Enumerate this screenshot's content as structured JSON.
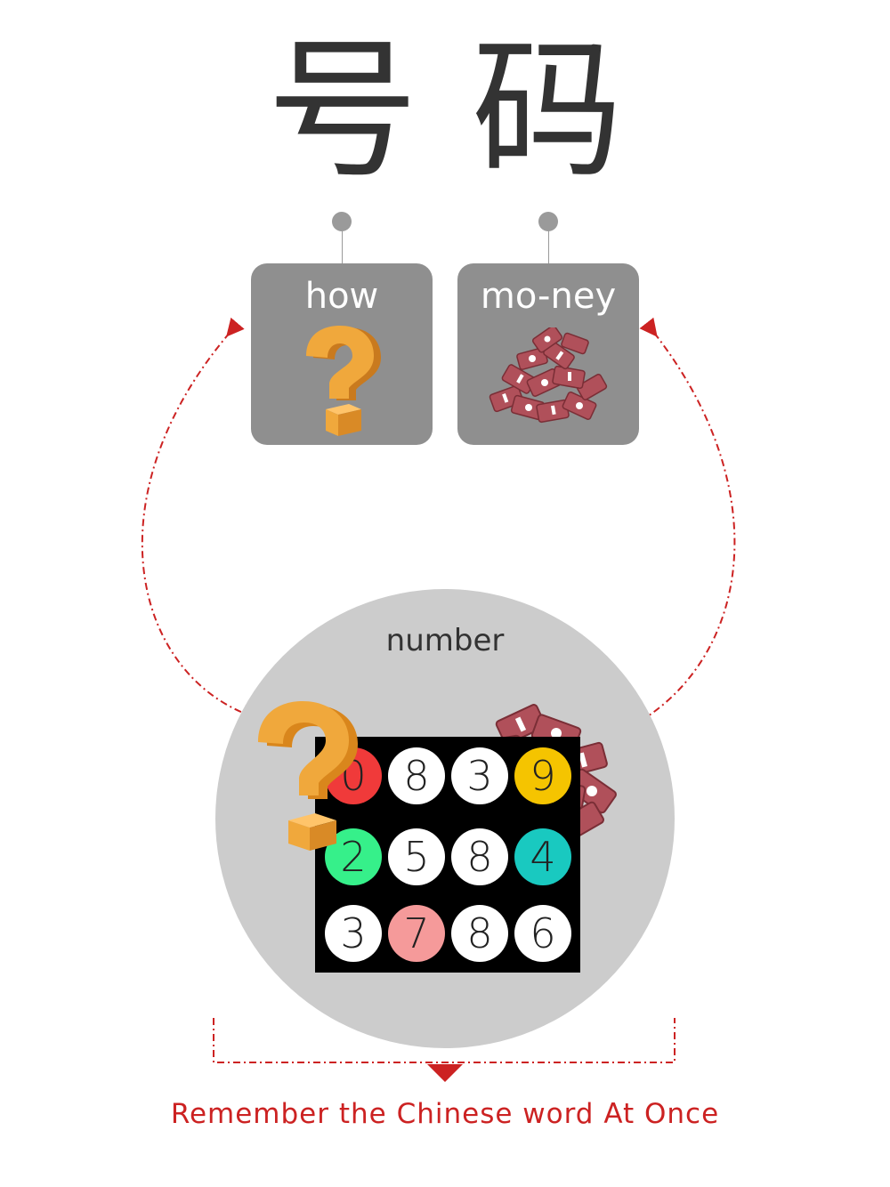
{
  "title": {
    "char1": "号",
    "char2": "码"
  },
  "cards": [
    {
      "label": "how",
      "icon": "question-mark-icon"
    },
    {
      "label": "mo-ney",
      "icon": "money-pile-icon"
    }
  ],
  "circle": {
    "label": "number"
  },
  "keypad": {
    "keys": [
      {
        "digit": "0",
        "color": "#f03a3a"
      },
      {
        "digit": "8",
        "color": "#ffffff"
      },
      {
        "digit": "3",
        "color": "#ffffff"
      },
      {
        "digit": "9",
        "color": "#f5c400"
      },
      {
        "digit": "2",
        "color": "#36f08a"
      },
      {
        "digit": "5",
        "color": "#ffffff"
      },
      {
        "digit": "8",
        "color": "#ffffff"
      },
      {
        "digit": "4",
        "color": "#19c9c0"
      },
      {
        "digit": "3",
        "color": "#ffffff"
      },
      {
        "digit": "7",
        "color": "#f59a9a"
      },
      {
        "digit": "8",
        "color": "#ffffff"
      },
      {
        "digit": "6",
        "color": "#ffffff"
      }
    ]
  },
  "footer": "Remember the Chinese word At Once",
  "colors": {
    "accent": "#cc2222",
    "card": "#8f8f8f",
    "circle": "#cccccc",
    "question": "#f0a83c",
    "money": "#b0505a"
  }
}
